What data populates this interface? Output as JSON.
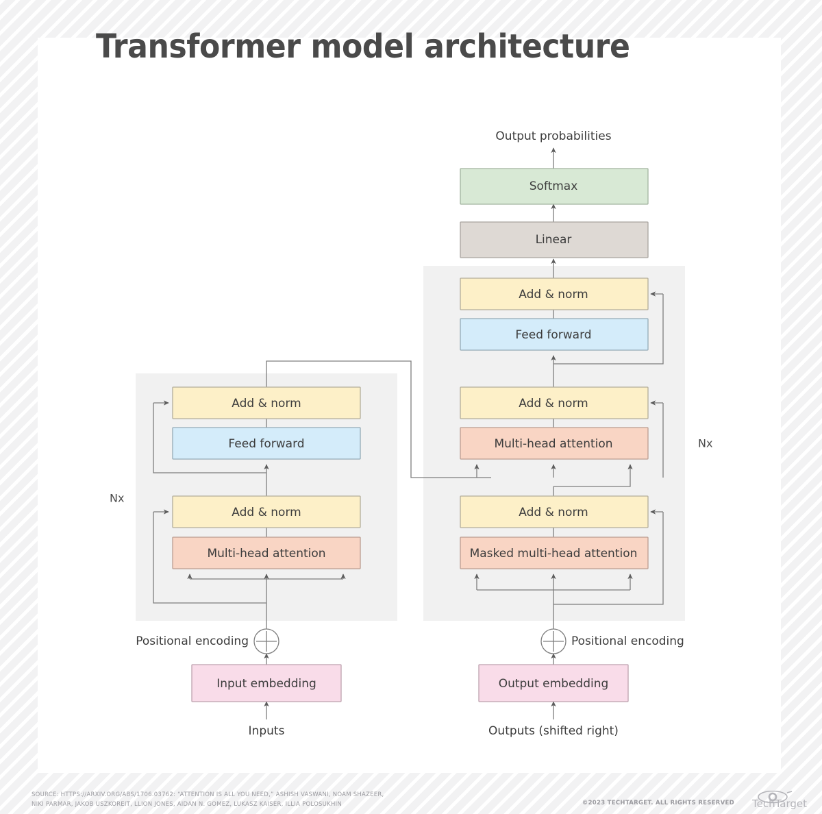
{
  "page": {
    "title": "Transformer model architecture",
    "background_color": "#f2f2f3",
    "card_color": "#ffffff"
  },
  "palette": {
    "add_norm": "#fdf0c8",
    "feed_forward": "#d4ecfa",
    "attention": "#f9d5c4",
    "embedding": "#f9dce9",
    "softmax": "#d8e9d5",
    "linear": "#ded9d4",
    "panel": "#f1f1f1",
    "stroke": "#9a9a9a",
    "arrow": "#6e6e6e",
    "text": "#3c3c3c"
  },
  "encoder": {
    "repeat_label": "Nx",
    "boxes": [
      {
        "id": "enc-add-norm-2",
        "label": "Add & norm",
        "color": "#fdf0c8"
      },
      {
        "id": "enc-feed-forward",
        "label": "Feed forward",
        "color": "#d4ecfa"
      },
      {
        "id": "enc-add-norm-1",
        "label": "Add & norm",
        "color": "#fdf0c8"
      },
      {
        "id": "enc-multi-head-attention",
        "label": "Multi-head attention",
        "color": "#f9d5c4"
      }
    ],
    "positional_encoding_label": "Positional encoding",
    "positional_encoding_symbol": "+",
    "embedding": {
      "id": "input-embedding",
      "label": "Input embedding",
      "color": "#f9dce9"
    },
    "input_label": "Inputs"
  },
  "decoder": {
    "repeat_label": "Nx",
    "output_label": "Output probabilities",
    "head": [
      {
        "id": "softmax",
        "label": "Softmax",
        "color": "#d8e9d5"
      },
      {
        "id": "linear",
        "label": "Linear",
        "color": "#ded9d4"
      }
    ],
    "boxes": [
      {
        "id": "dec-add-norm-3",
        "label": "Add & norm",
        "color": "#fdf0c8"
      },
      {
        "id": "dec-feed-forward",
        "label": "Feed forward",
        "color": "#d4ecfa"
      },
      {
        "id": "dec-add-norm-2",
        "label": "Add & norm",
        "color": "#fdf0c8"
      },
      {
        "id": "dec-multi-head-attention",
        "label": "Multi-head attention",
        "color": "#f9d5c4"
      },
      {
        "id": "dec-add-norm-1",
        "label": "Add & norm",
        "color": "#fdf0c8"
      },
      {
        "id": "dec-masked-multi-head-attention",
        "label": "Masked multi-head attention",
        "color": "#f9d5c4"
      }
    ],
    "positional_encoding_label": "Positional encoding",
    "positional_encoding_symbol": "+",
    "embedding": {
      "id": "output-embedding",
      "label": "Output embedding",
      "color": "#f9dce9"
    },
    "input_label": "Outputs (shifted right)"
  },
  "footer": {
    "source_line_1": "SOURCE: HTTPS://ARXIV.ORG/ABS/1706.03762: “ATTENTION IS ALL YOU NEED,” ASHISH VASWANI, NOAM SHAZEER,",
    "source_line_2": "NIKI PARMAR, JAKOB USZKOREIT, LLION JONES, AIDAN N. GOMEZ, LUKASZ KAISER, ILLIA POLOSUKHIN",
    "copyright": "©2023 TECHTARGET. ALL RIGHTS RESERVED",
    "brand": "TechTarget"
  }
}
